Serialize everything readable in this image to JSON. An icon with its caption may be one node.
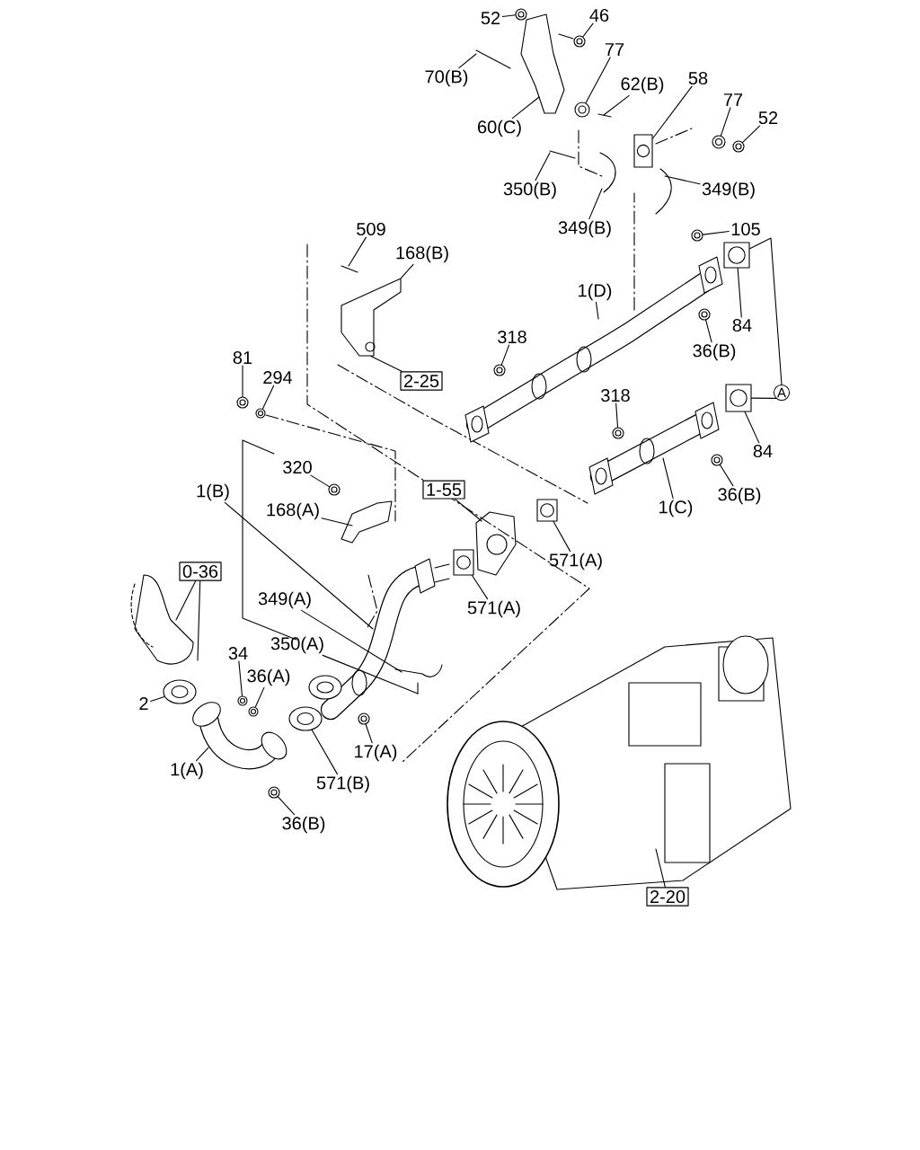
{
  "diagram": {
    "nodes": [
      {
        "text": [
          "52"
        ]
      },
      {
        "text": [
          "46"
        ]
      },
      {
        "text": [
          "77"
        ]
      },
      {
        "text": [
          "70(B)"
        ]
      },
      {
        "text": [
          "62(B)"
        ]
      },
      {
        "text": [
          "58"
        ]
      },
      {
        "text": [
          "77"
        ]
      },
      {
        "text": [
          "52"
        ]
      },
      {
        "text": [
          "60(C)"
        ]
      },
      {
        "text": [
          "350(B)"
        ]
      },
      {
        "text": [
          "349(B)"
        ]
      },
      {
        "text": [
          "349(B)"
        ]
      },
      {
        "text": [
          "105"
        ]
      },
      {
        "text": [
          "509"
        ]
      },
      {
        "text": [
          "168(B)"
        ]
      },
      {
        "text": [
          "1(D)"
        ]
      },
      {
        "text": [
          "84"
        ]
      },
      {
        "text": [
          "36(B)"
        ]
      },
      {
        "text": [
          "318"
        ]
      },
      {
        "text": [
          "2-25"
        ]
      },
      {
        "text": [
          "81"
        ]
      },
      {
        "text": [
          "294"
        ]
      },
      {
        "text": [
          "318"
        ]
      },
      {
        "text": [
          "A"
        ]
      },
      {
        "text": [
          "84"
        ]
      },
      {
        "text": [
          "36(B)"
        ]
      },
      {
        "text": [
          "1(C)"
        ]
      },
      {
        "text": [
          "320"
        ]
      },
      {
        "text": [
          "168(A)"
        ]
      },
      {
        "text": [
          "1(B)"
        ]
      },
      {
        "text": [
          "1-55"
        ]
      },
      {
        "text": [
          "571(A)"
        ]
      },
      {
        "text": [
          "571(A)"
        ]
      },
      {
        "text": [
          "0-36"
        ]
      },
      {
        "text": [
          "349(A)"
        ]
      },
      {
        "text": [
          "350(A)"
        ]
      },
      {
        "text": [
          "34"
        ]
      },
      {
        "text": [
          "36(A)"
        ]
      },
      {
        "text": [
          "2"
        ]
      },
      {
        "text": [
          "17(A)"
        ]
      },
      {
        "text": [
          "1(A)"
        ]
      },
      {
        "text": [
          "571(B)"
        ]
      },
      {
        "text": [
          "36(B)"
        ]
      },
      {
        "text": [
          "2-20"
        ]
      },
      {
        "text": [],
        "shape": "circle"
      },
      {
        "text": [],
        "shape": "circle"
      },
      {
        "text": [],
        "shape": "circle"
      },
      {
        "text": [],
        "shape": "box"
      },
      {
        "text": [],
        "shape": "circle"
      },
      {
        "text": [],
        "shape": "circle"
      },
      {
        "text": [],
        "shape": "circle"
      },
      {
        "text": [],
        "shape": "box"
      },
      {
        "text": [],
        "shape": "circle"
      },
      {
        "text": [],
        "shape": "circle"
      },
      {
        "text": [],
        "shape": "bracket"
      },
      {
        "text": [],
        "shape": "circle"
      },
      {
        "text": [],
        "shape": "circle"
      },
      {
        "text": [],
        "shape": "circle"
      },
      {
        "text": [],
        "shape": "box"
      },
      {
        "text": [],
        "shape": "circle"
      },
      {
        "text": [],
        "shape": "circle"
      },
      {
        "text": [],
        "shape": "ellipse"
      },
      {
        "text": [],
        "shape": "circle"
      },
      {
        "text": [],
        "shape": "circle"
      },
      {
        "text": [],
        "shape": "circle"
      },
      {
        "text": [],
        "shape": "ellipse"
      },
      {
        "text": [],
        "shape": "circle"
      },
      {
        "text": [],
        "shape": "box"
      },
      {
        "text": [],
        "shape": "box"
      }
    ],
    "edges": [
      {
        "from": 0,
        "to": 44,
        "arrow": "none"
      },
      {
        "from": 1,
        "to": 45,
        "arrow": "none"
      },
      {
        "from": 2,
        "to": 46,
        "arrow": "none"
      },
      {
        "from": 3,
        "to": null,
        "arrow": "none"
      },
      {
        "from": 4,
        "to": null,
        "arrow": "none"
      },
      {
        "from": 5,
        "to": 47,
        "arrow": "none"
      },
      {
        "from": 6,
        "to": 48,
        "arrow": "none"
      },
      {
        "from": 7,
        "to": 49,
        "arrow": "none"
      },
      {
        "from": 8,
        "to": null,
        "arrow": "none"
      },
      {
        "from": 9,
        "to": null,
        "arrow": "none"
      },
      {
        "from": 10,
        "to": null,
        "arrow": "none"
      },
      {
        "from": 11,
        "to": null,
        "arrow": "none"
      },
      {
        "from": 12,
        "to": 50,
        "arrow": "none"
      },
      {
        "from": 13,
        "to": null,
        "arrow": "none"
      },
      {
        "from": 14,
        "to": 54,
        "arrow": "none"
      },
      {
        "from": 15,
        "to": null,
        "arrow": "none"
      },
      {
        "from": 16,
        "to": 51,
        "arrow": "none"
      },
      {
        "from": 17,
        "to": 52,
        "arrow": "none"
      },
      {
        "from": 18,
        "to": 53,
        "arrow": "none"
      },
      {
        "from": 19,
        "to": 54,
        "arrow": "none"
      },
      {
        "from": 20,
        "to": 55,
        "arrow": "none"
      },
      {
        "from": 21,
        "to": 56,
        "arrow": "none"
      },
      {
        "from": 22,
        "to": 57,
        "arrow": "none"
      },
      {
        "from": 23,
        "to": 51,
        "arrow": "none"
      },
      {
        "from": 23,
        "to": 58,
        "arrow": "none"
      },
      {
        "from": 24,
        "to": 58,
        "arrow": "none"
      },
      {
        "from": 25,
        "to": 59,
        "arrow": "none"
      },
      {
        "from": 26,
        "to": null,
        "arrow": "none"
      },
      {
        "from": 27,
        "to": 60,
        "arrow": "none"
      },
      {
        "from": 28,
        "to": null,
        "arrow": "none"
      },
      {
        "from": 29,
        "to": null,
        "arrow": "none"
      },
      {
        "from": 30,
        "to": null,
        "arrow": "none"
      },
      {
        "from": 31,
        "to": 67,
        "arrow": "none"
      },
      {
        "from": 32,
        "to": 68,
        "arrow": "none"
      },
      {
        "from": 33,
        "to": null,
        "arrow": "none"
      },
      {
        "from": 33,
        "to": null,
        "arrow": "none"
      },
      {
        "from": 34,
        "to": null,
        "arrow": "none"
      },
      {
        "from": 35,
        "to": null,
        "arrow": "none"
      },
      {
        "from": 36,
        "to": 62,
        "arrow": "none"
      },
      {
        "from": 37,
        "to": 63,
        "arrow": "none"
      },
      {
        "from": 38,
        "to": 61,
        "arrow": "none"
      },
      {
        "from": 39,
        "to": 64,
        "arrow": "none"
      },
      {
        "from": 40,
        "to": null,
        "arrow": "none"
      },
      {
        "from": 41,
        "to": 65,
        "arrow": "none"
      },
      {
        "from": 42,
        "to": 66,
        "arrow": "none"
      },
      {
        "from": 43,
        "to": null,
        "arrow": "none"
      }
    ]
  }
}
